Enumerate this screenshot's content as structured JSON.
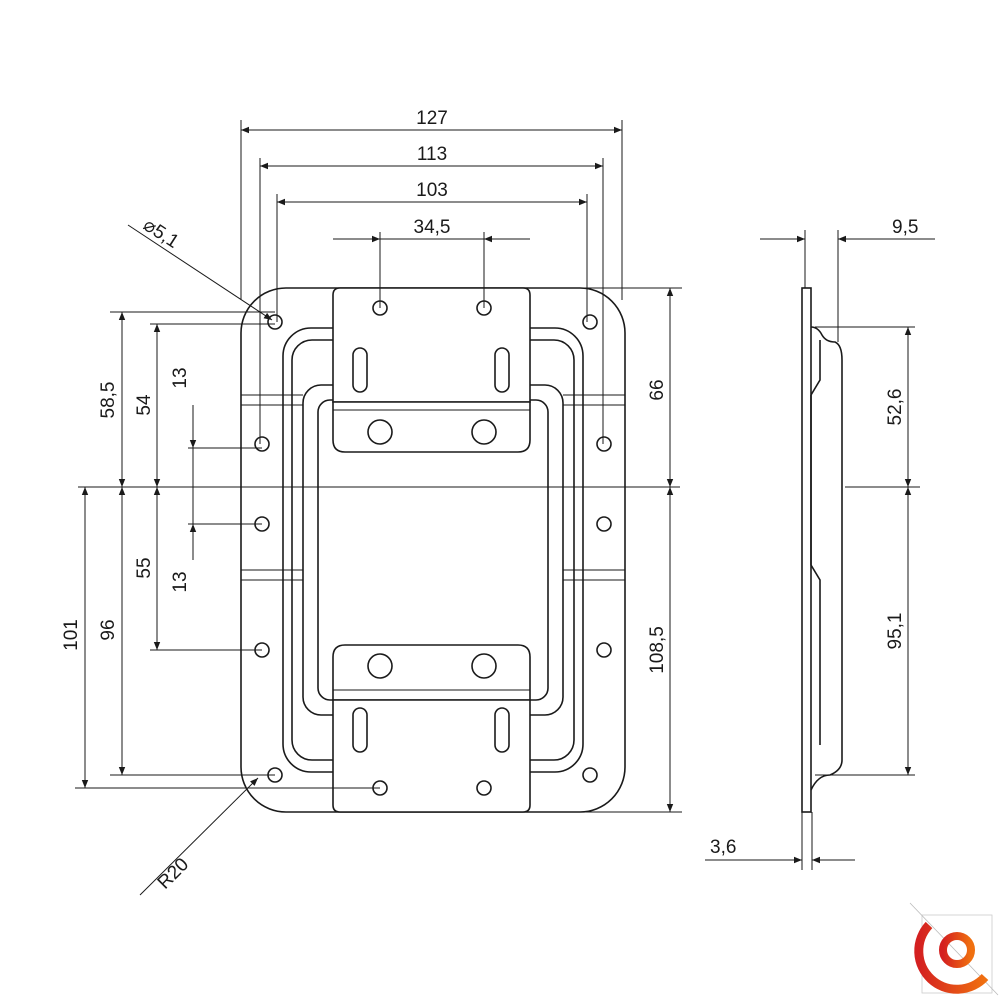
{
  "drawing": {
    "front_view": {
      "widths": {
        "overall": "127",
        "hole_outer": "113",
        "hole_inner": "103",
        "plate_holes": "34,5"
      },
      "hole_diameter": "⌀5,1",
      "corner_radius": "R20",
      "left_upper": {
        "a": "58,5",
        "b": "54",
        "c": "13"
      },
      "left_lower": {
        "a": "101",
        "b": "96",
        "c": "55",
        "d": "13"
      },
      "right": {
        "upper": "66",
        "lower": "108,5"
      }
    },
    "side_view": {
      "depth": "9,5",
      "upper": "52,6",
      "lower": "95,1",
      "thickness": "3,6"
    }
  },
  "logo": {
    "colors": [
      "#d42020",
      "#f07010"
    ]
  }
}
